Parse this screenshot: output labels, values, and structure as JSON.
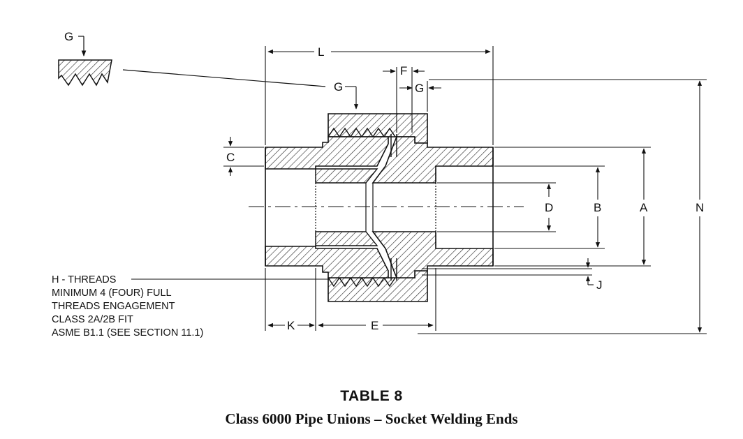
{
  "labels": {
    "A": "A",
    "B": "B",
    "C": "C",
    "D": "D",
    "E": "E",
    "F": "F",
    "G": "G",
    "J": "J",
    "K": "K",
    "L": "L",
    "N": "N"
  },
  "notes": [
    "H - THREADS",
    "MINIMUM 4 (FOUR) FULL",
    "THREADS ENGAGEMENT",
    "CLASS 2A/2B FIT",
    "ASME B1.1 (SEE SECTION 11.1)"
  ],
  "caption": {
    "table": "TABLE 8",
    "title": "Class 6000 Pipe Unions – Socket Welding Ends"
  }
}
